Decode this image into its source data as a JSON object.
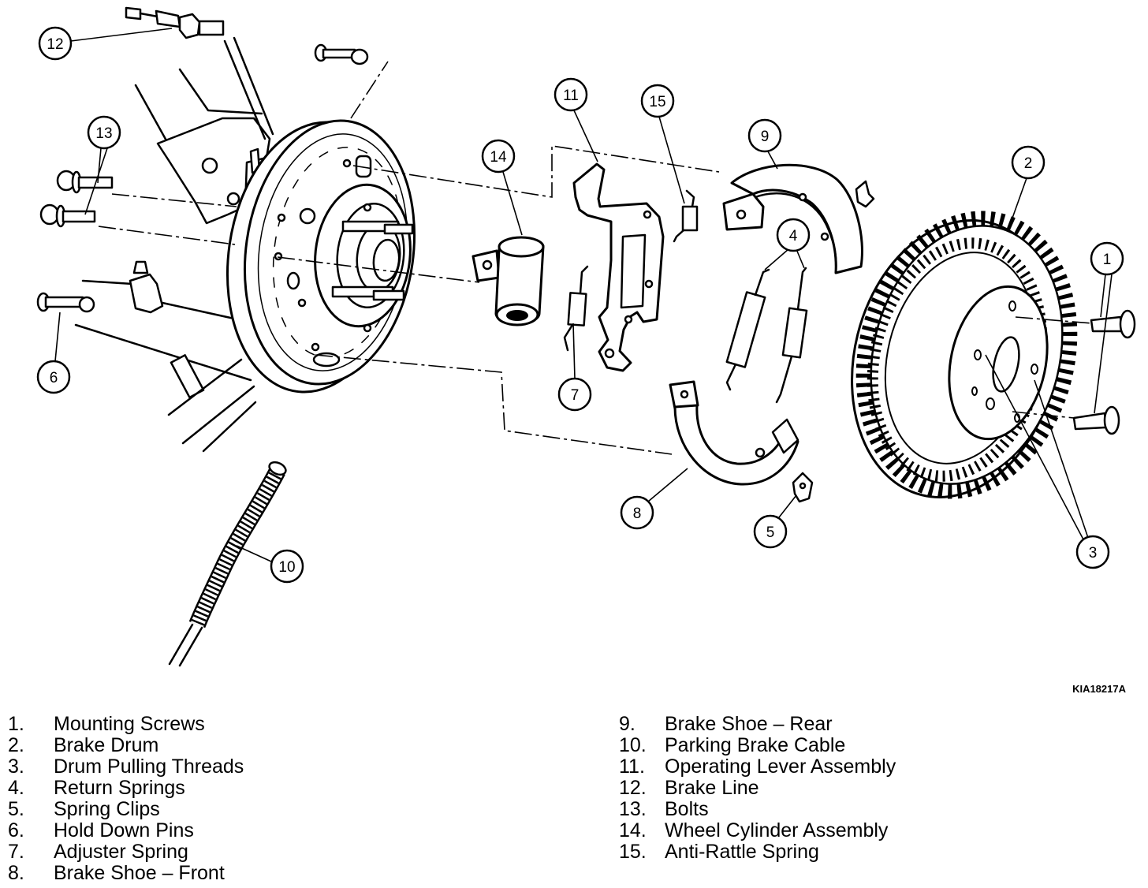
{
  "figure_id": "KIA18217A",
  "callouts": [
    "1",
    "2",
    "3",
    "4",
    "5",
    "6",
    "7",
    "8",
    "9",
    "10",
    "11",
    "12",
    "13",
    "14",
    "15"
  ],
  "legend": {
    "left": [
      {
        "num": "1.",
        "label": "Mounting Screws"
      },
      {
        "num": "2.",
        "label": "Brake Drum"
      },
      {
        "num": "3.",
        "label": "Drum Pulling Threads"
      },
      {
        "num": "4.",
        "label": "Return Springs"
      },
      {
        "num": "5.",
        "label": "Spring Clips"
      },
      {
        "num": "6.",
        "label": "Hold Down Pins"
      },
      {
        "num": "7.",
        "label": "Adjuster Spring"
      },
      {
        "num": "8.",
        "label": "Brake Shoe – Front"
      }
    ],
    "right": [
      {
        "num": "9.",
        "label": "Brake Shoe – Rear"
      },
      {
        "num": "10.",
        "label": "Parking Brake Cable"
      },
      {
        "num": "11.",
        "label": "Operating Lever Assembly"
      },
      {
        "num": "12.",
        "label": "Brake Line"
      },
      {
        "num": "13.",
        "label": "Bolts"
      },
      {
        "num": "14.",
        "label": "Wheel Cylinder Assembly"
      },
      {
        "num": "15.",
        "label": "Anti-Rattle Spring"
      }
    ]
  },
  "colors": {
    "line": "#000000",
    "background": "#ffffff"
  }
}
